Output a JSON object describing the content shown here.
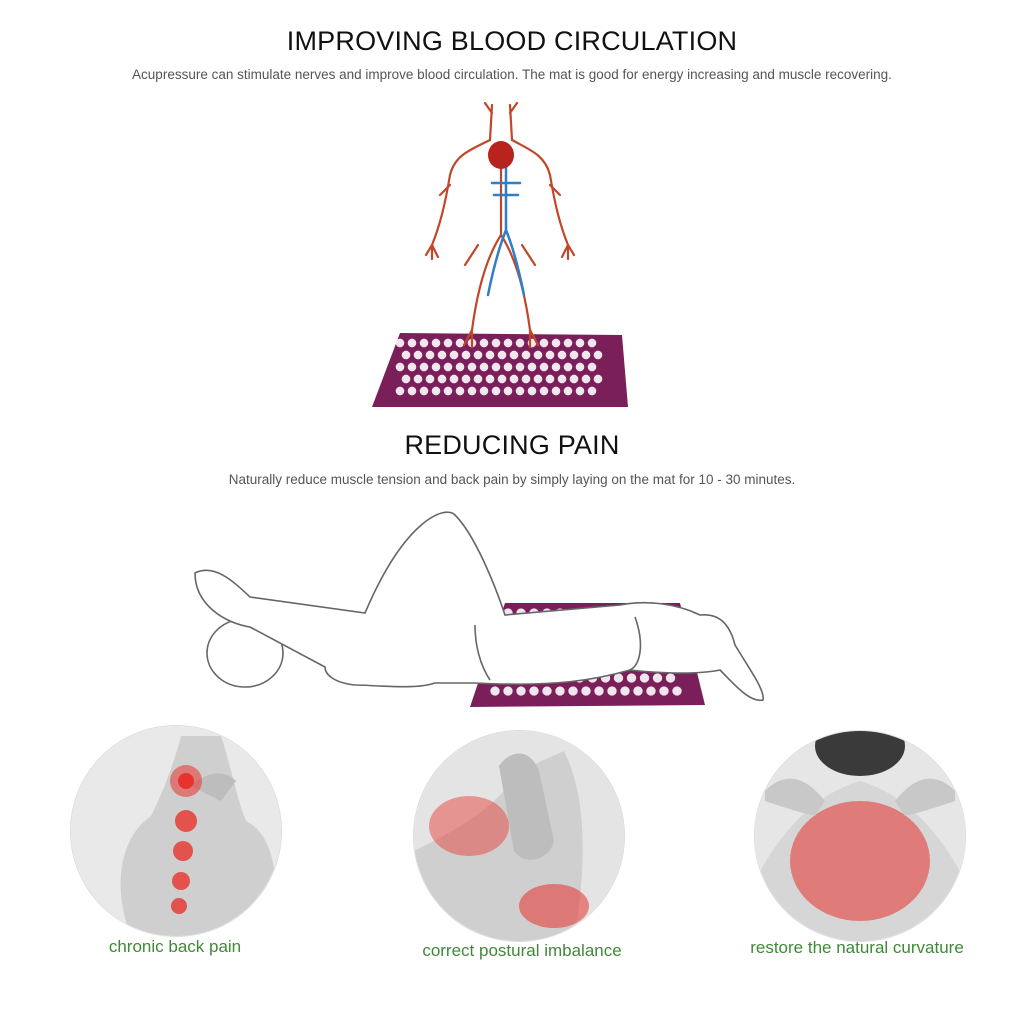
{
  "section1": {
    "heading": "IMPROVING BLOOD CIRCULATION",
    "text": "Acupressure can stimulate nerves and improve blood circulation. The mat is good for energy increasing and muscle recovering."
  },
  "section2": {
    "heading": "REDUCING PAIN",
    "text": "Naturally reduce muscle tension and back pain by simply laying on the mat for 10 - 30 minutes."
  },
  "benefits": [
    {
      "caption": "chronic back pain"
    },
    {
      "caption": "correct postural imbalance"
    },
    {
      "caption": "restore the natural curvature"
    }
  ],
  "colors": {
    "mat": "#7a1f5a",
    "spike": "#f2e6ee",
    "artery": "#c2462a",
    "vein": "#2f7fc4",
    "caption": "#3f8a36",
    "pain": "#e8322c"
  }
}
